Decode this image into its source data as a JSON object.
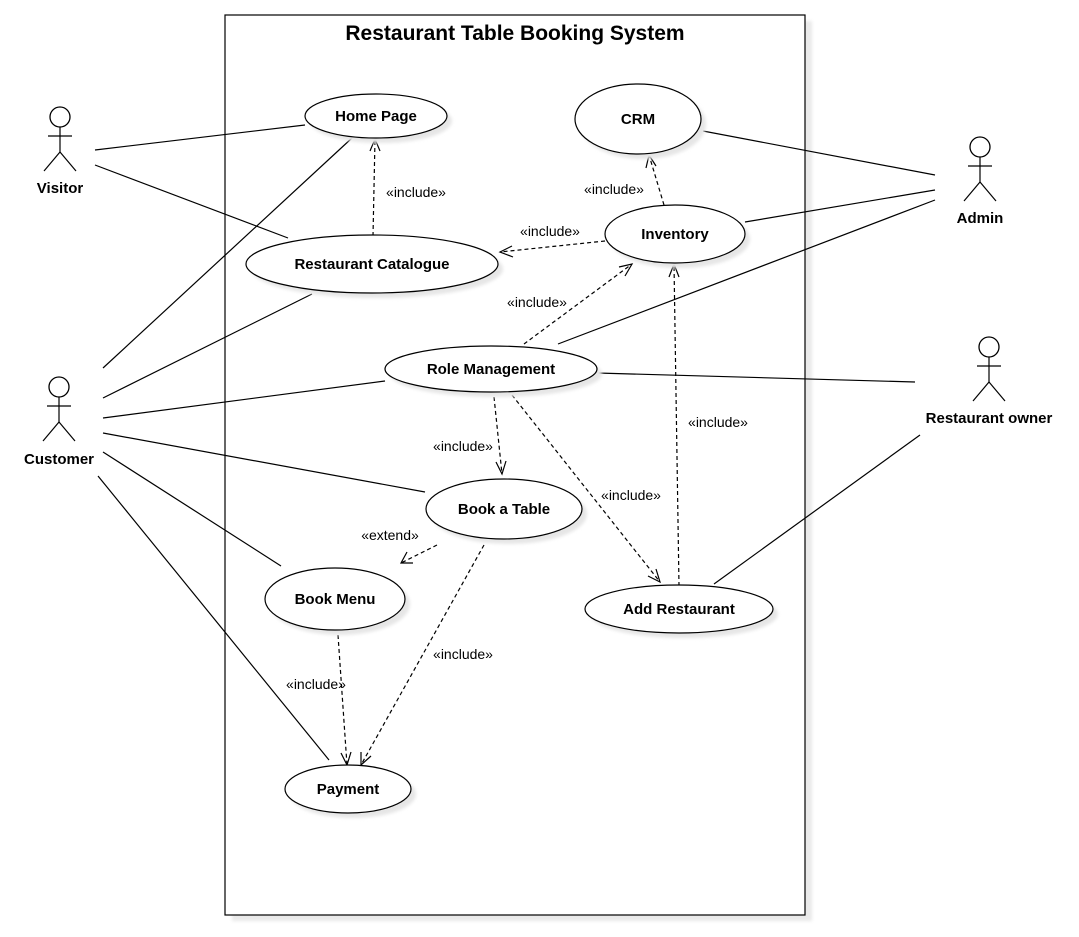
{
  "system": {
    "title": "Restaurant Table Booking System"
  },
  "actors": {
    "visitor": "Visitor",
    "customer": "Customer",
    "admin": "Admin",
    "restaurant_owner": "Restaurant owner"
  },
  "use_cases": {
    "home_page": "Home Page",
    "restaurant_catalogue": "Restaurant Catalogue",
    "crm": "CRM",
    "inventory": "Inventory",
    "role_management": "Role Management",
    "book_a_table": "Book a Table",
    "book_menu": "Book Menu",
    "add_restaurant": "Add Restaurant",
    "payment": "Payment"
  },
  "stereotypes": {
    "include": "«include»",
    "extend": "«extend»"
  }
}
